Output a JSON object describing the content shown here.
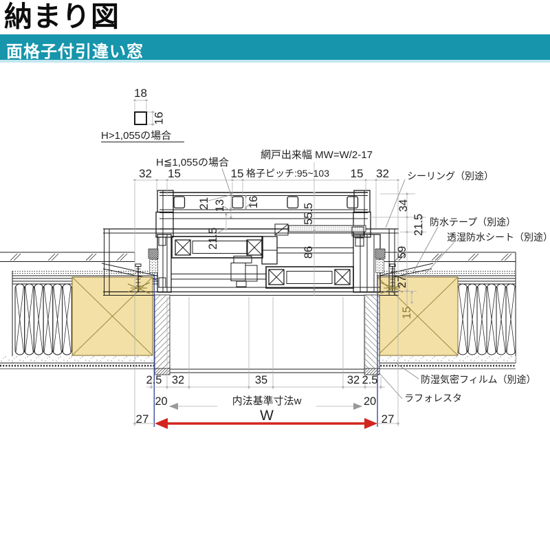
{
  "header": {
    "title": "納まり図",
    "subtitle": "面格子付引違い窓"
  },
  "note": {
    "width": "18",
    "height": "16",
    "caption": "H>1,055の場合"
  },
  "ann": {
    "grille_case": "H≦1,055の場合",
    "screen": "網戸出来幅 MW=W/2-17",
    "pitch": "格子ピッチ:95~103",
    "sealing": "シーリング（別途）",
    "tape": "防水テープ（別途）",
    "sheet": "透湿防水シート（別途）",
    "film": "防湿気密フィルム（別途）",
    "laforesta": "ラフォレスタ",
    "naiho": "内法基準寸法w"
  },
  "dims": {
    "t32l": "32",
    "t15l": "15",
    "t15m": "15",
    "t15r": "15",
    "t32r": "32",
    "v21": "21",
    "v13": "13",
    "v16": "16",
    "v21_5l": "21.5",
    "v55_5": "55.5",
    "v86": "86",
    "v34": "34",
    "v21_5r": "21.5",
    "v59": "59",
    "v27": "27",
    "v15": "15",
    "b2_5l": "2.5",
    "b32l": "32",
    "b35": "35",
    "b32r": "32",
    "b2_5r": "2.5",
    "b20l": "20",
    "b20r": "20",
    "b27l": "27",
    "b27r": "27",
    "w": "W"
  },
  "colors": {
    "teal": "#1695ac",
    "teal_light": "#c3e7f0",
    "red": "#d3251f",
    "blue": "#3c4ba0",
    "tan": "#f3e0a6",
    "olive": "#8a7a30"
  }
}
